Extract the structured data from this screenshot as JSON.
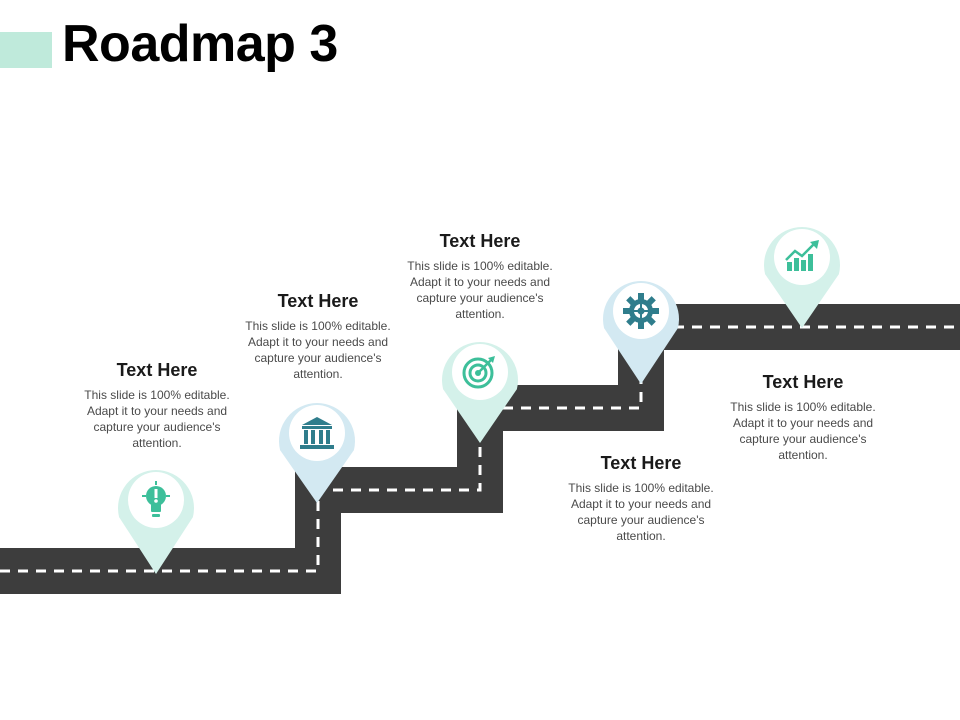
{
  "title": "Roadmap 3",
  "colors": {
    "accent": "#bfeadb",
    "road": "#3d3d3d",
    "pin_green": "#d4f1ea",
    "pin_blue": "#d3e9f2",
    "icon_green": "#3dbf9a",
    "icon_teal": "#2f7d8c"
  },
  "milestones": [
    {
      "heading": "Text Here",
      "body": "This slide is 100% editable. Adapt it to your needs and capture your audience's attention.",
      "icon": "lightbulb-icon"
    },
    {
      "heading": "Text Here",
      "body": "This slide is 100% editable. Adapt it to your needs and capture your audience's attention.",
      "icon": "bank-icon"
    },
    {
      "heading": "Text Here",
      "body": "This slide is 100% editable. Adapt it to your needs and capture your audience's attention.",
      "icon": "target-icon"
    },
    {
      "heading": "Text Here",
      "body": "This slide is 100% editable. Adapt it to your needs and capture your audience's attention.",
      "icon": "gear-icon"
    },
    {
      "heading": "Text Here",
      "body": "This slide is 100% editable. Adapt it to your needs and capture your audience's attention.",
      "icon": "growth-chart-icon"
    }
  ]
}
